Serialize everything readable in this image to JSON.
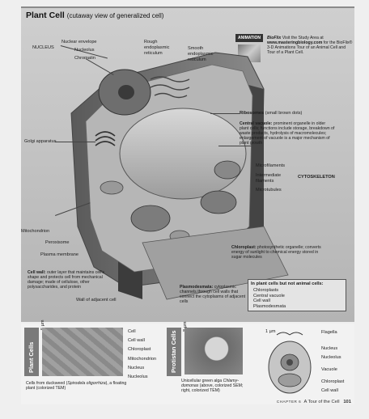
{
  "page": {
    "title_main": "Plant Cell",
    "title_sub": "(cutaway view of generalized cell)"
  },
  "labels_left": {
    "nucleus": "NUCLEUS",
    "nuclear_envelope": "Nuclear envelope",
    "nucleolus": "Nucleolus",
    "chromatin": "Chromatin",
    "rough_er": "Rough endoplasmic reticulum",
    "smooth_er": "Smooth endoplasmic reticulum",
    "golgi": "Golgi apparatus",
    "mitochondrion": "Mitochondrion",
    "peroxisome": "Peroxisome",
    "plasma_membrane": "Plasma membrane",
    "cell_wall_title": "Cell wall:",
    "cell_wall_text": "outer layer that maintains cell's shape and protects cell from mechanical damage; made of cellulose, other polysaccharides, and protein",
    "wall_adjacent": "Wall of adjacent cell"
  },
  "labels_right": {
    "ribosomes_title": "Ribosomes",
    "ribosomes_text": "(small brown dots)",
    "vacuole_title": "Central vacuole:",
    "vacuole_text": "prominent organelle in older plant cells; functions include storage, breakdown of waste products, hydrolysis of macromolecules; enlargement of vacuole is a major mechanism of plant growth",
    "microfilaments": "Microfilaments",
    "intermediate_filaments": "Intermediate filaments",
    "microtubules": "Microtubules",
    "cytoskeleton": "CYTOSKELETON",
    "chloroplast_title": "Chloroplast:",
    "chloroplast_text": "photosynthetic organelle; converts energy of sunlight to chemical energy stored in sugar molecules",
    "plasmodesmata_title": "Plasmodesmata:",
    "plasmodesmata_text": "cytoplasmic channels through cell walls that connect the cytoplasms of adjacent cells"
  },
  "animation": {
    "badge": "ANIMATION",
    "bioflix": "BioFlix",
    "text_1": "Visit the Study Area at",
    "url": "www.masteringbiology.com",
    "text_2": "for the BioFlix® 3-D Animations Tour of an Animal Cell and Tour of a Plant Cell."
  },
  "plant_only_box": {
    "heading": "In plant cells but not animal cells:",
    "items": [
      "Chloroplasts",
      "Central vacuole",
      "Cell wall",
      "Plasmodesmata"
    ]
  },
  "bottom": {
    "plant_cells": {
      "sidebar": "Plant Cells",
      "scale": "5 µm",
      "labels": [
        "Cell",
        "Cell wall",
        "Chloroplast",
        "Mitochondrion",
        "Nucleus",
        "Nucleolus"
      ],
      "caption_1": "Cells from duckweed (",
      "caption_italic": "Spirodela oligorrhiza",
      "caption_2": "), a floating plant (colorized TEM)"
    },
    "protistan_cells": {
      "sidebar": "Protistan Cells",
      "scale": "8 µm",
      "caption_1": "Unicellular green alga ",
      "caption_italic": "Chlamy-domonas",
      "caption_2": " (above, colorized SEM; right, colorized TEM)"
    },
    "alga": {
      "scale": "1 µm",
      "labels": [
        "Flagella",
        "Nucleus",
        "Nucleolus",
        "Vacuole",
        "Chloroplast",
        "Cell wall"
      ]
    }
  },
  "footer": {
    "chapter": "CHAPTER 6",
    "chapter_title": "A Tour of the Cell",
    "page_number": "101"
  }
}
